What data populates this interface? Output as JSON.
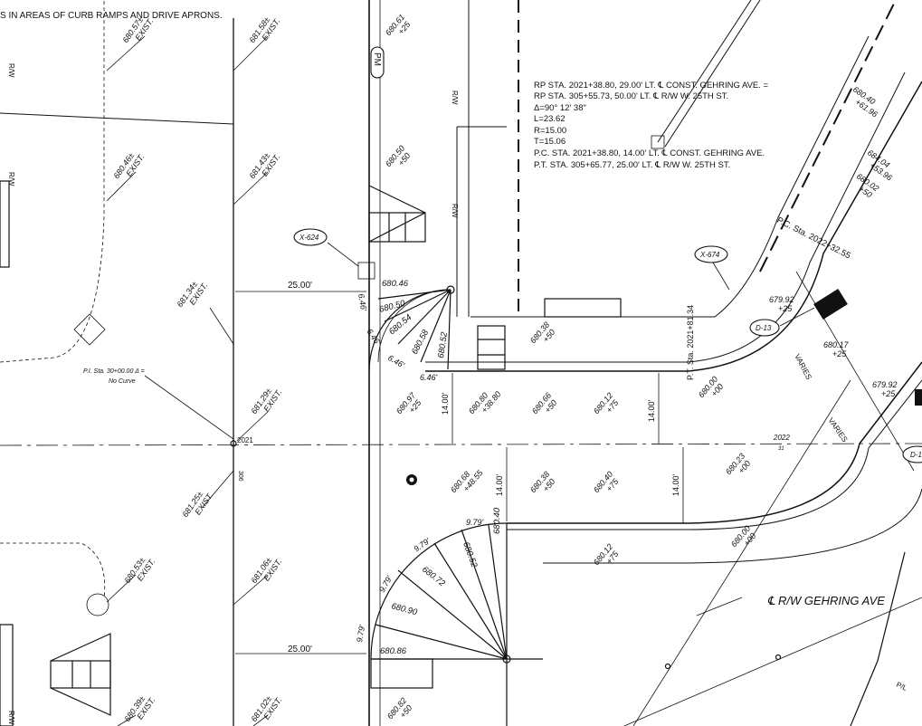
{
  "drawing": {
    "top_note": "S IN AREAS OF CURB RAMPS AND DRIVE APRONS.",
    "curve_data": [
      "RP STA. 2021+38.80, 29.00' LT. ℄ CONST. GEHRING AVE. =",
      "RP STA. 305+55.73, 50.00' LT. ℄ R/W W. 25TH ST.",
      "Δ=90° 12' 38\"",
      "L=23.62",
      "R=15.00",
      "T=15.06",
      "P.C. STA. 2021+38.80, 14.00' LT. ℄ CONST. GEHRING AVE.",
      "P.T. STA. 305+65.77, 25.00' LT. ℄ R/W W. 25TH ST."
    ],
    "tags": {
      "x624": "X-624",
      "x674": "X-674",
      "d13": "D-13",
      "d1": "D-1",
      "pm": "PM"
    },
    "pi_note": {
      "line1": "P.I. Sta. 30+00.00 Δ =",
      "line2": "No Curve"
    },
    "gehring_label": "℄ R/W GEHRING AVE",
    "pc_station": "P.C. Sta. 2022+32.55",
    "pt_station": "P.T. Sta. 2021+81.34",
    "station_2021": "2021",
    "station_2022": "2022",
    "sta_small": "31",
    "sta_306": "306",
    "rw": "R/W",
    "pl": "P/L",
    "varies": "VARIES",
    "dims": {
      "d25_upper": "25.00'",
      "d25_lower": "25.00'",
      "d14": "14.00'",
      "d646": "6.46'",
      "d979": "9.79'"
    },
    "elevs_exist": [
      [
        "680.57±",
        "EXIST."
      ],
      [
        "681.58±",
        "EXIST."
      ],
      [
        "680.46±",
        "EXIST."
      ],
      [
        "681.43±",
        "EXIST."
      ],
      [
        "681.34±",
        "EXIST."
      ],
      [
        "681.29±",
        "EXIST."
      ],
      [
        "681.25±",
        "EXIST."
      ],
      [
        "680.53±",
        "EXIST."
      ],
      [
        "681.06±",
        "EXIST."
      ],
      [
        "680.39±",
        "EXIST."
      ],
      [
        "681.02±",
        "EXIST."
      ]
    ],
    "elevs_sta": [
      [
        "680.61",
        "+25"
      ],
      [
        "680.50",
        "+50"
      ],
      [
        "680.97",
        "+25"
      ],
      [
        "680.80",
        "+38.80"
      ],
      [
        "680.66",
        "+50"
      ],
      [
        "680.12",
        "+75"
      ],
      [
        "680.38",
        "+50"
      ],
      [
        "680.00",
        "+00"
      ],
      [
        "680.40",
        "+61.96"
      ],
      [
        "684.04",
        "+53.96"
      ],
      [
        "680.02",
        "+50"
      ],
      [
        "679.92",
        "+25"
      ],
      [
        "680.17",
        "+25"
      ],
      [
        "679.92",
        "+25"
      ],
      [
        "680.23",
        "+00"
      ],
      [
        "680.68",
        "+48.55"
      ],
      [
        "680.38",
        "+50"
      ],
      [
        "680.40",
        "+75"
      ],
      [
        "680.12",
        "+75"
      ],
      [
        "680.00",
        "+00"
      ],
      [
        "680.82",
        "+50"
      ]
    ],
    "radial_upper": [
      "680.46",
      "680.50",
      "680.54",
      "680.58",
      "680.52"
    ],
    "radial_lower": [
      "680.86",
      "680.90",
      "680.72",
      "680.52",
      "680.40"
    ]
  }
}
